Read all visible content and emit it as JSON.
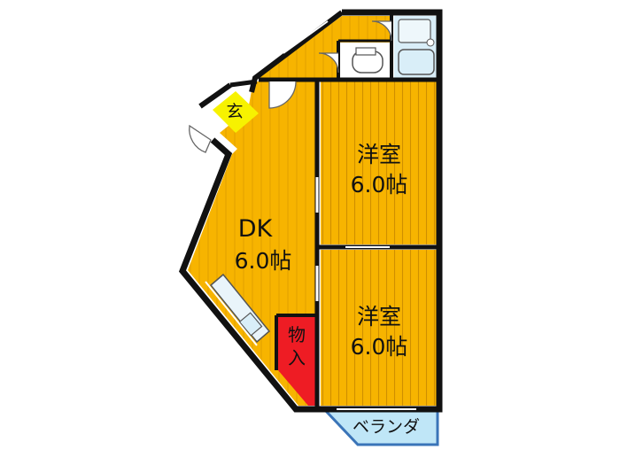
{
  "rooms": {
    "dk": {
      "name": "DK",
      "size": "6.0帖"
    },
    "western1": {
      "name": "洋室",
      "size": "6.0帖"
    },
    "western2": {
      "name": "洋室",
      "size": "6.0帖"
    },
    "entrance": {
      "name": "玄"
    },
    "storage": {
      "name_line1": "物",
      "name_line2": "入"
    },
    "balcony": {
      "name": "ベランダ"
    }
  },
  "colors": {
    "floor_orange": "#f7b400",
    "floor_stripe": "#cf8f00",
    "entrance_yellow": "#f7f200",
    "storage_red": "#ee1c24",
    "balcony_blue": "#bfe6f7",
    "bath_blue": "#d9eef8",
    "wall": "#111111"
  }
}
